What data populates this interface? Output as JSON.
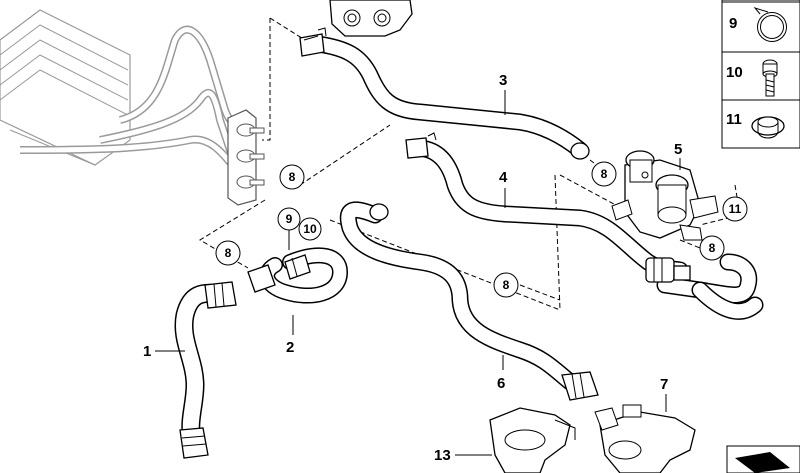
{
  "diagram": {
    "part_labels": [
      "1",
      "2",
      "3",
      "4",
      "5",
      "6",
      "7",
      "13"
    ],
    "circled_labels": [
      "8",
      "8",
      "8",
      "8",
      "8",
      "9",
      "10",
      "11"
    ],
    "side_panel": [
      "9",
      "10",
      "11"
    ]
  }
}
